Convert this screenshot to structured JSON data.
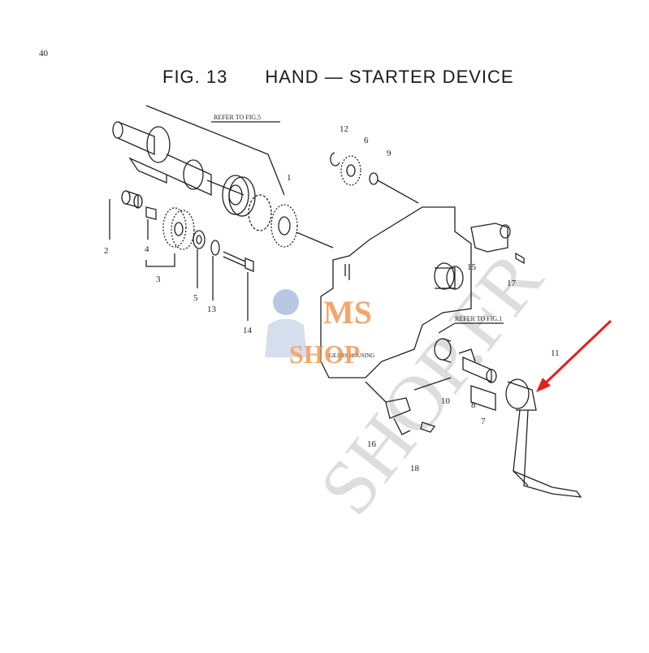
{
  "page": {
    "number": "40"
  },
  "figure": {
    "label": "FIG. 13",
    "title": "HAND — STARTER  DEVICE"
  },
  "references": {
    "fig5": "REFER TO FIG.5",
    "fig1": "REFER TO FIG.1",
    "housing": "GEARS HOUSING"
  },
  "parts": [
    "1",
    "2",
    "3",
    "4",
    "5",
    "6",
    "7",
    "8",
    "9",
    "10",
    "11",
    "12",
    "13",
    "14",
    "15",
    "16",
    "17",
    "18"
  ],
  "watermark": {
    "logo_line1": "MS",
    "logo_line2": "SHOP",
    "diagonal": "SHOP.FR"
  },
  "colors": {
    "line": "#222222",
    "arrow": "#e02020",
    "watermark": "#b0b0b0",
    "logo_orange": "#f08a3c"
  }
}
